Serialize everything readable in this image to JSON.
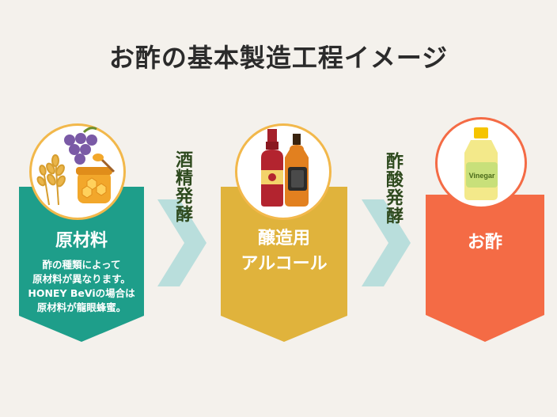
{
  "title": "お酢の基本製造工程イメージ",
  "steps": [
    {
      "title": "原材料",
      "desc": [
        "酢の種類によって",
        "原材料が異なります。",
        "HONEY BeViの場合は",
        "原材料が龍眼蜂蜜。"
      ],
      "color": "#1e9e8a"
    },
    {
      "title_lines": [
        "醸造用",
        "アルコール"
      ],
      "color": "#e0b33c"
    },
    {
      "title": "お酢",
      "color": "#f46b45"
    }
  ],
  "processes": [
    {
      "label": "酒精発酵"
    },
    {
      "label": "酢酸発酵"
    }
  ],
  "bottle_label": "Vinegar",
  "colors": {
    "background": "#f4f1ec",
    "chevron": "#b9dedc",
    "circle_border": "#f2b84b",
    "process_text": "#2e4a1e"
  }
}
